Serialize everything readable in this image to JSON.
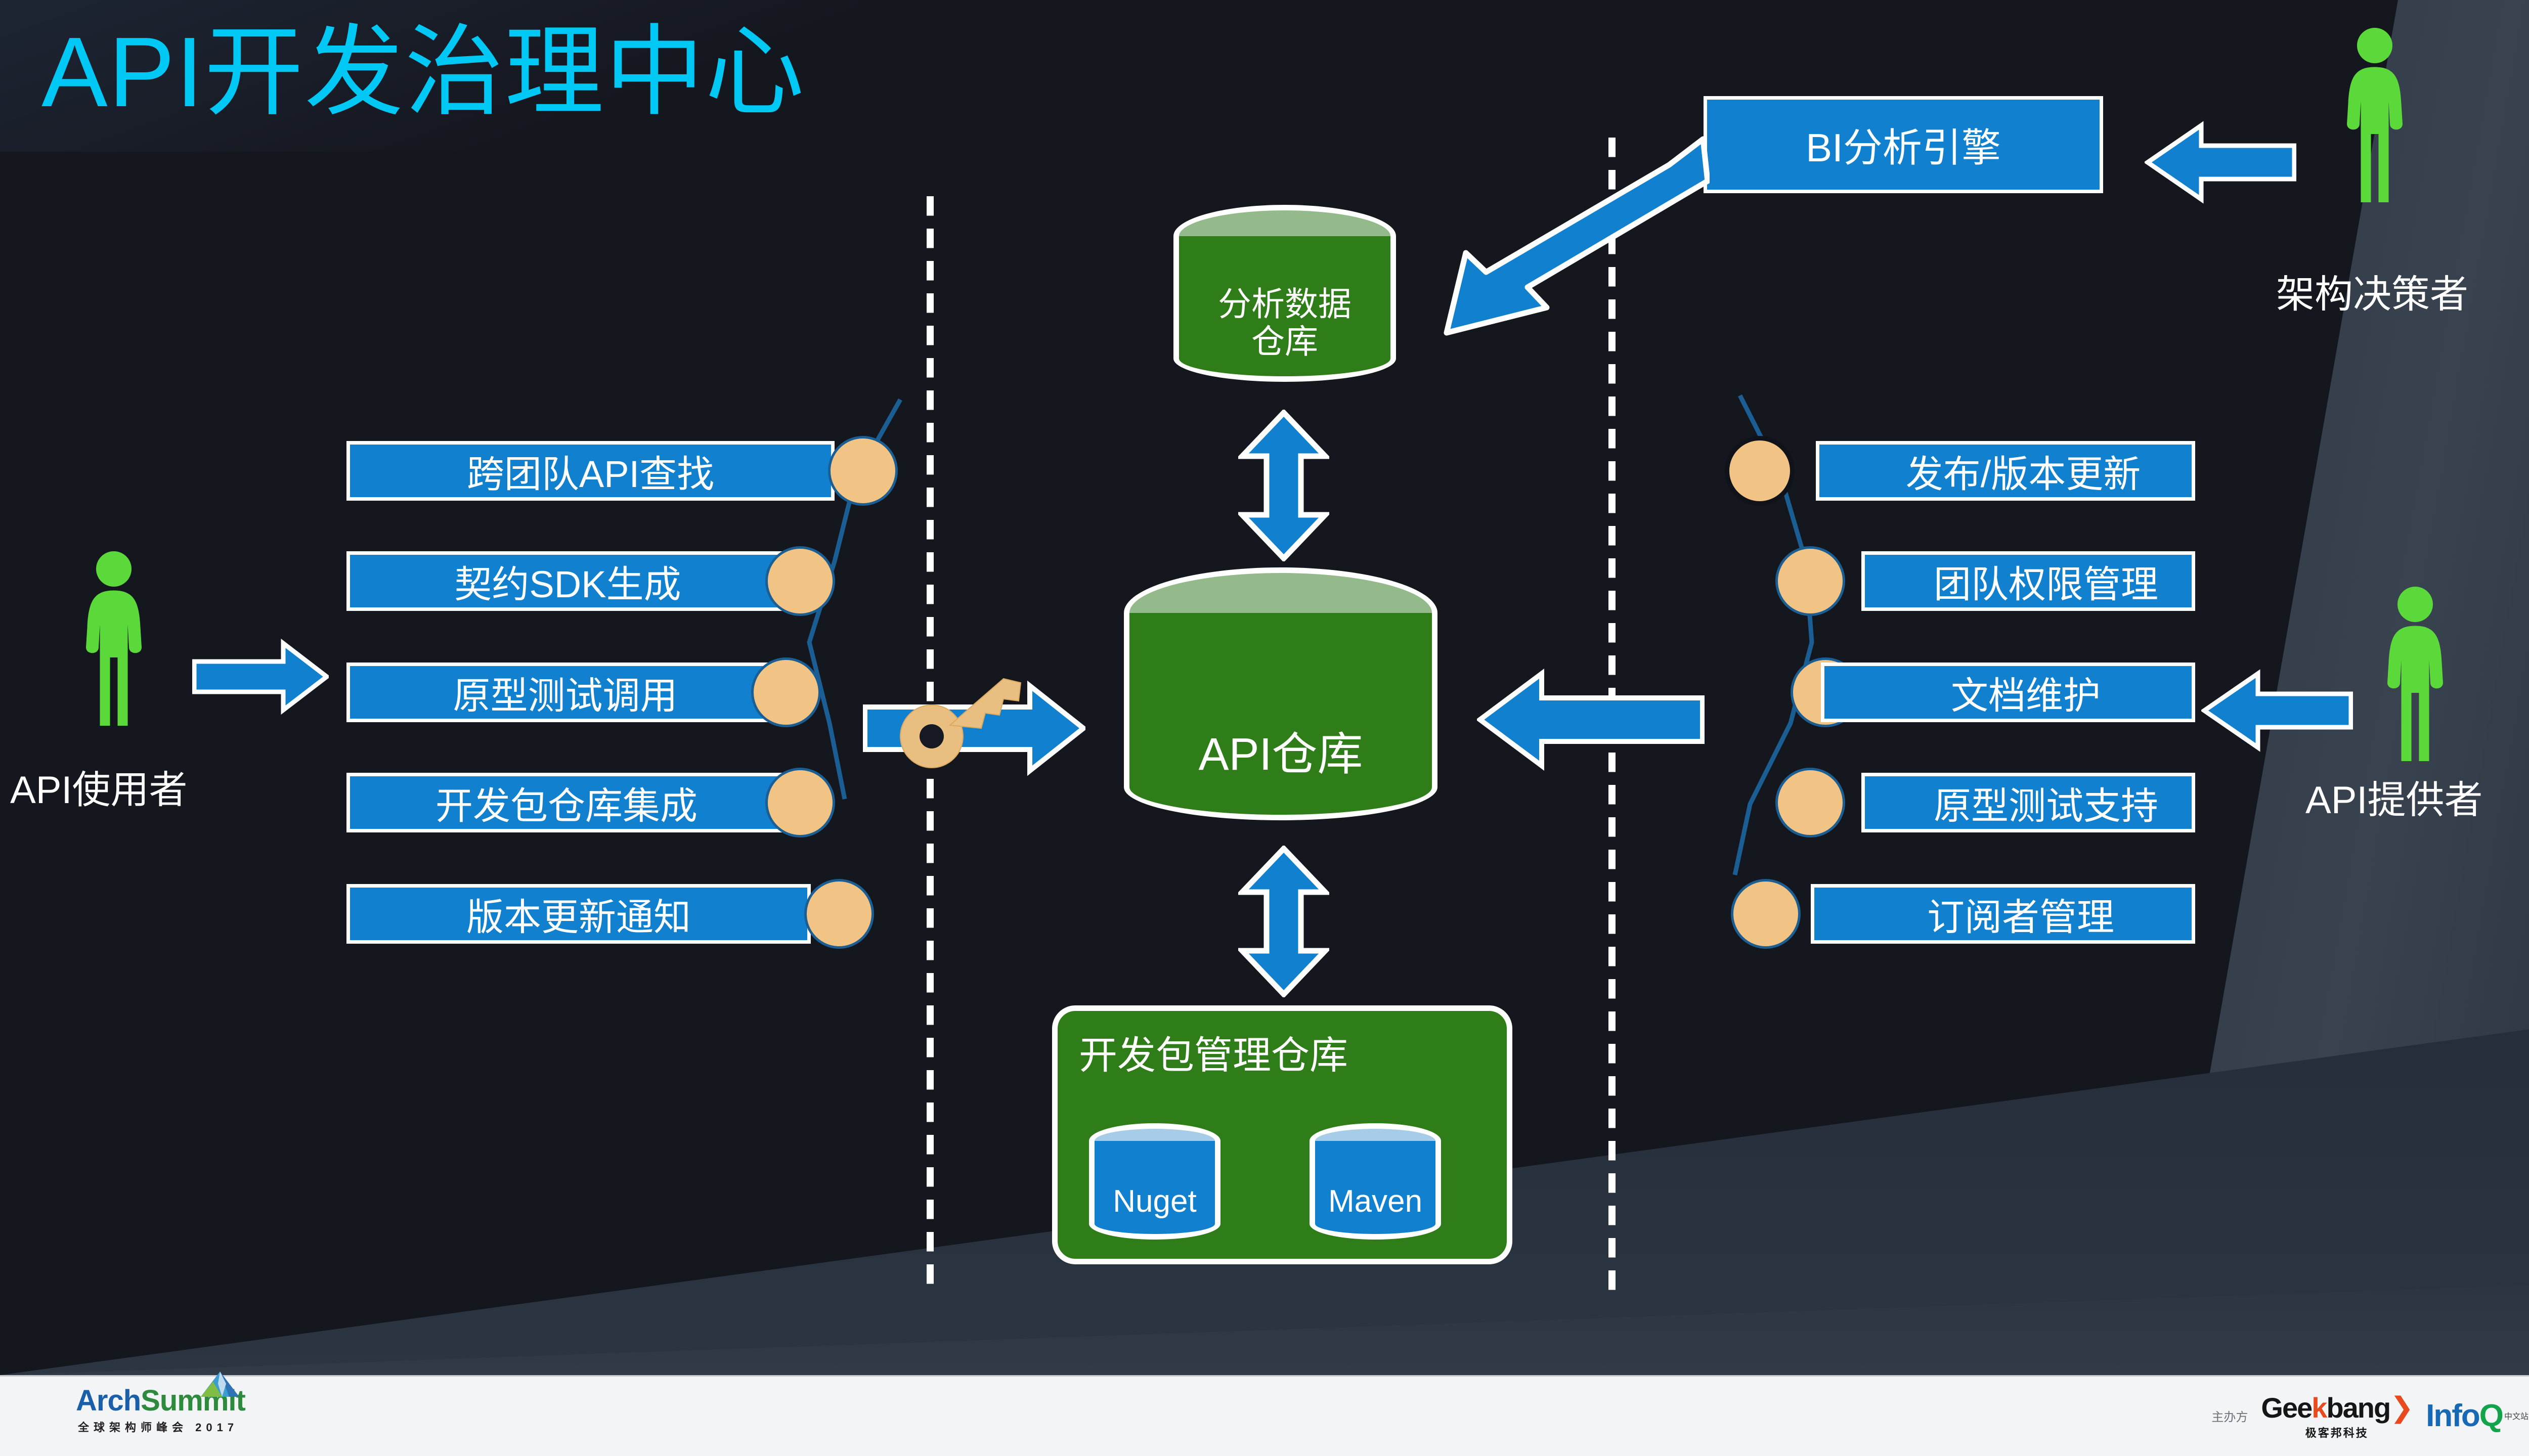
{
  "slide": {
    "title": "API开发治理中心",
    "background_color": "#15171f",
    "title_color": "#00C8F5",
    "accent_blue": "#1180CF",
    "accent_green": "#2E7D18",
    "dot_color": "#F1C384",
    "person_color": "#5BD93A"
  },
  "actors": {
    "consumer": {
      "label": "API使用者",
      "icon": "person-icon"
    },
    "provider": {
      "label": "API提供者",
      "icon": "person-icon"
    },
    "architect": {
      "label": "架构决策者",
      "icon": "person-icon"
    }
  },
  "consumer_features": [
    {
      "label": "跨团队API查找"
    },
    {
      "label": "契约SDK生成"
    },
    {
      "label": "原型测试调用"
    },
    {
      "label": "开发包仓库集成"
    },
    {
      "label": "版本更新通知"
    }
  ],
  "provider_features": [
    {
      "label": "发布/版本更新"
    },
    {
      "label": "团队权限管理"
    },
    {
      "label": "文档维护"
    },
    {
      "label": "原型测试支持"
    },
    {
      "label": "订阅者管理"
    }
  ],
  "center": {
    "analytics_warehouse": {
      "line1": "分析数据",
      "line2": "仓库"
    },
    "api_repository": {
      "label": "API仓库"
    },
    "package_repository": {
      "title": "开发包管理仓库",
      "stores": [
        {
          "label": "Nuget"
        },
        {
          "label": "Maven"
        }
      ]
    }
  },
  "bi_engine": {
    "label": "BI分析引擎"
  },
  "icons": {
    "key": "key-icon",
    "arrow_right": "arrow-right-icon",
    "arrow_left": "arrow-left-icon",
    "arrow_updown": "arrow-up-down-icon",
    "arrow_diagonal": "arrow-diagonal-down-left-icon"
  },
  "footer": {
    "archsummit": {
      "part1": "Arch",
      "part2": "Summit",
      "tagline": "全球架构师峰会 2017"
    },
    "sponsor_label": "主办方",
    "geekbang": {
      "g1": "Gee",
      "k": "k",
      "g2": "bang",
      "arrow": "❯",
      "sub": "极客邦科技"
    },
    "infoq": {
      "info": "Info",
      "q": "Q",
      "cn": "中文站"
    }
  }
}
